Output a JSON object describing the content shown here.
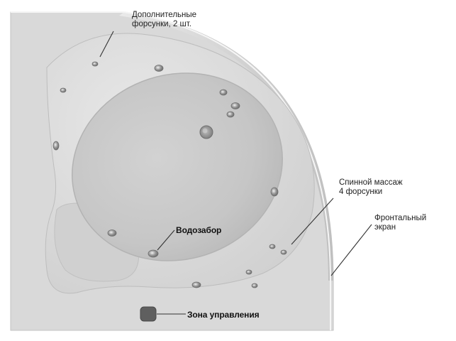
{
  "image": {
    "subject": "corner-bathtub-top-view",
    "colors": {
      "tub_body": "#dcdcdc",
      "tub_basin": "#c9c9c9",
      "tub_shadow": "#a9a9a9",
      "label_text": "#222222",
      "leader_line": "#333333",
      "control_panel": "#5f5f5f"
    }
  },
  "labels": {
    "additional_nozzles": [
      "Дополнительные",
      "форсунки, 2 шт."
    ],
    "back_massage": [
      "Спинной массаж",
      "4 форсунки"
    ],
    "front_panel": [
      "Фронтальный",
      "экран"
    ],
    "water_intake": "Водозабор",
    "control_zone": "Зона управления"
  },
  "icons": {
    "nozzle": "jet-nozzle-icon",
    "drain": "drain-icon",
    "control": "control-panel-icon"
  }
}
